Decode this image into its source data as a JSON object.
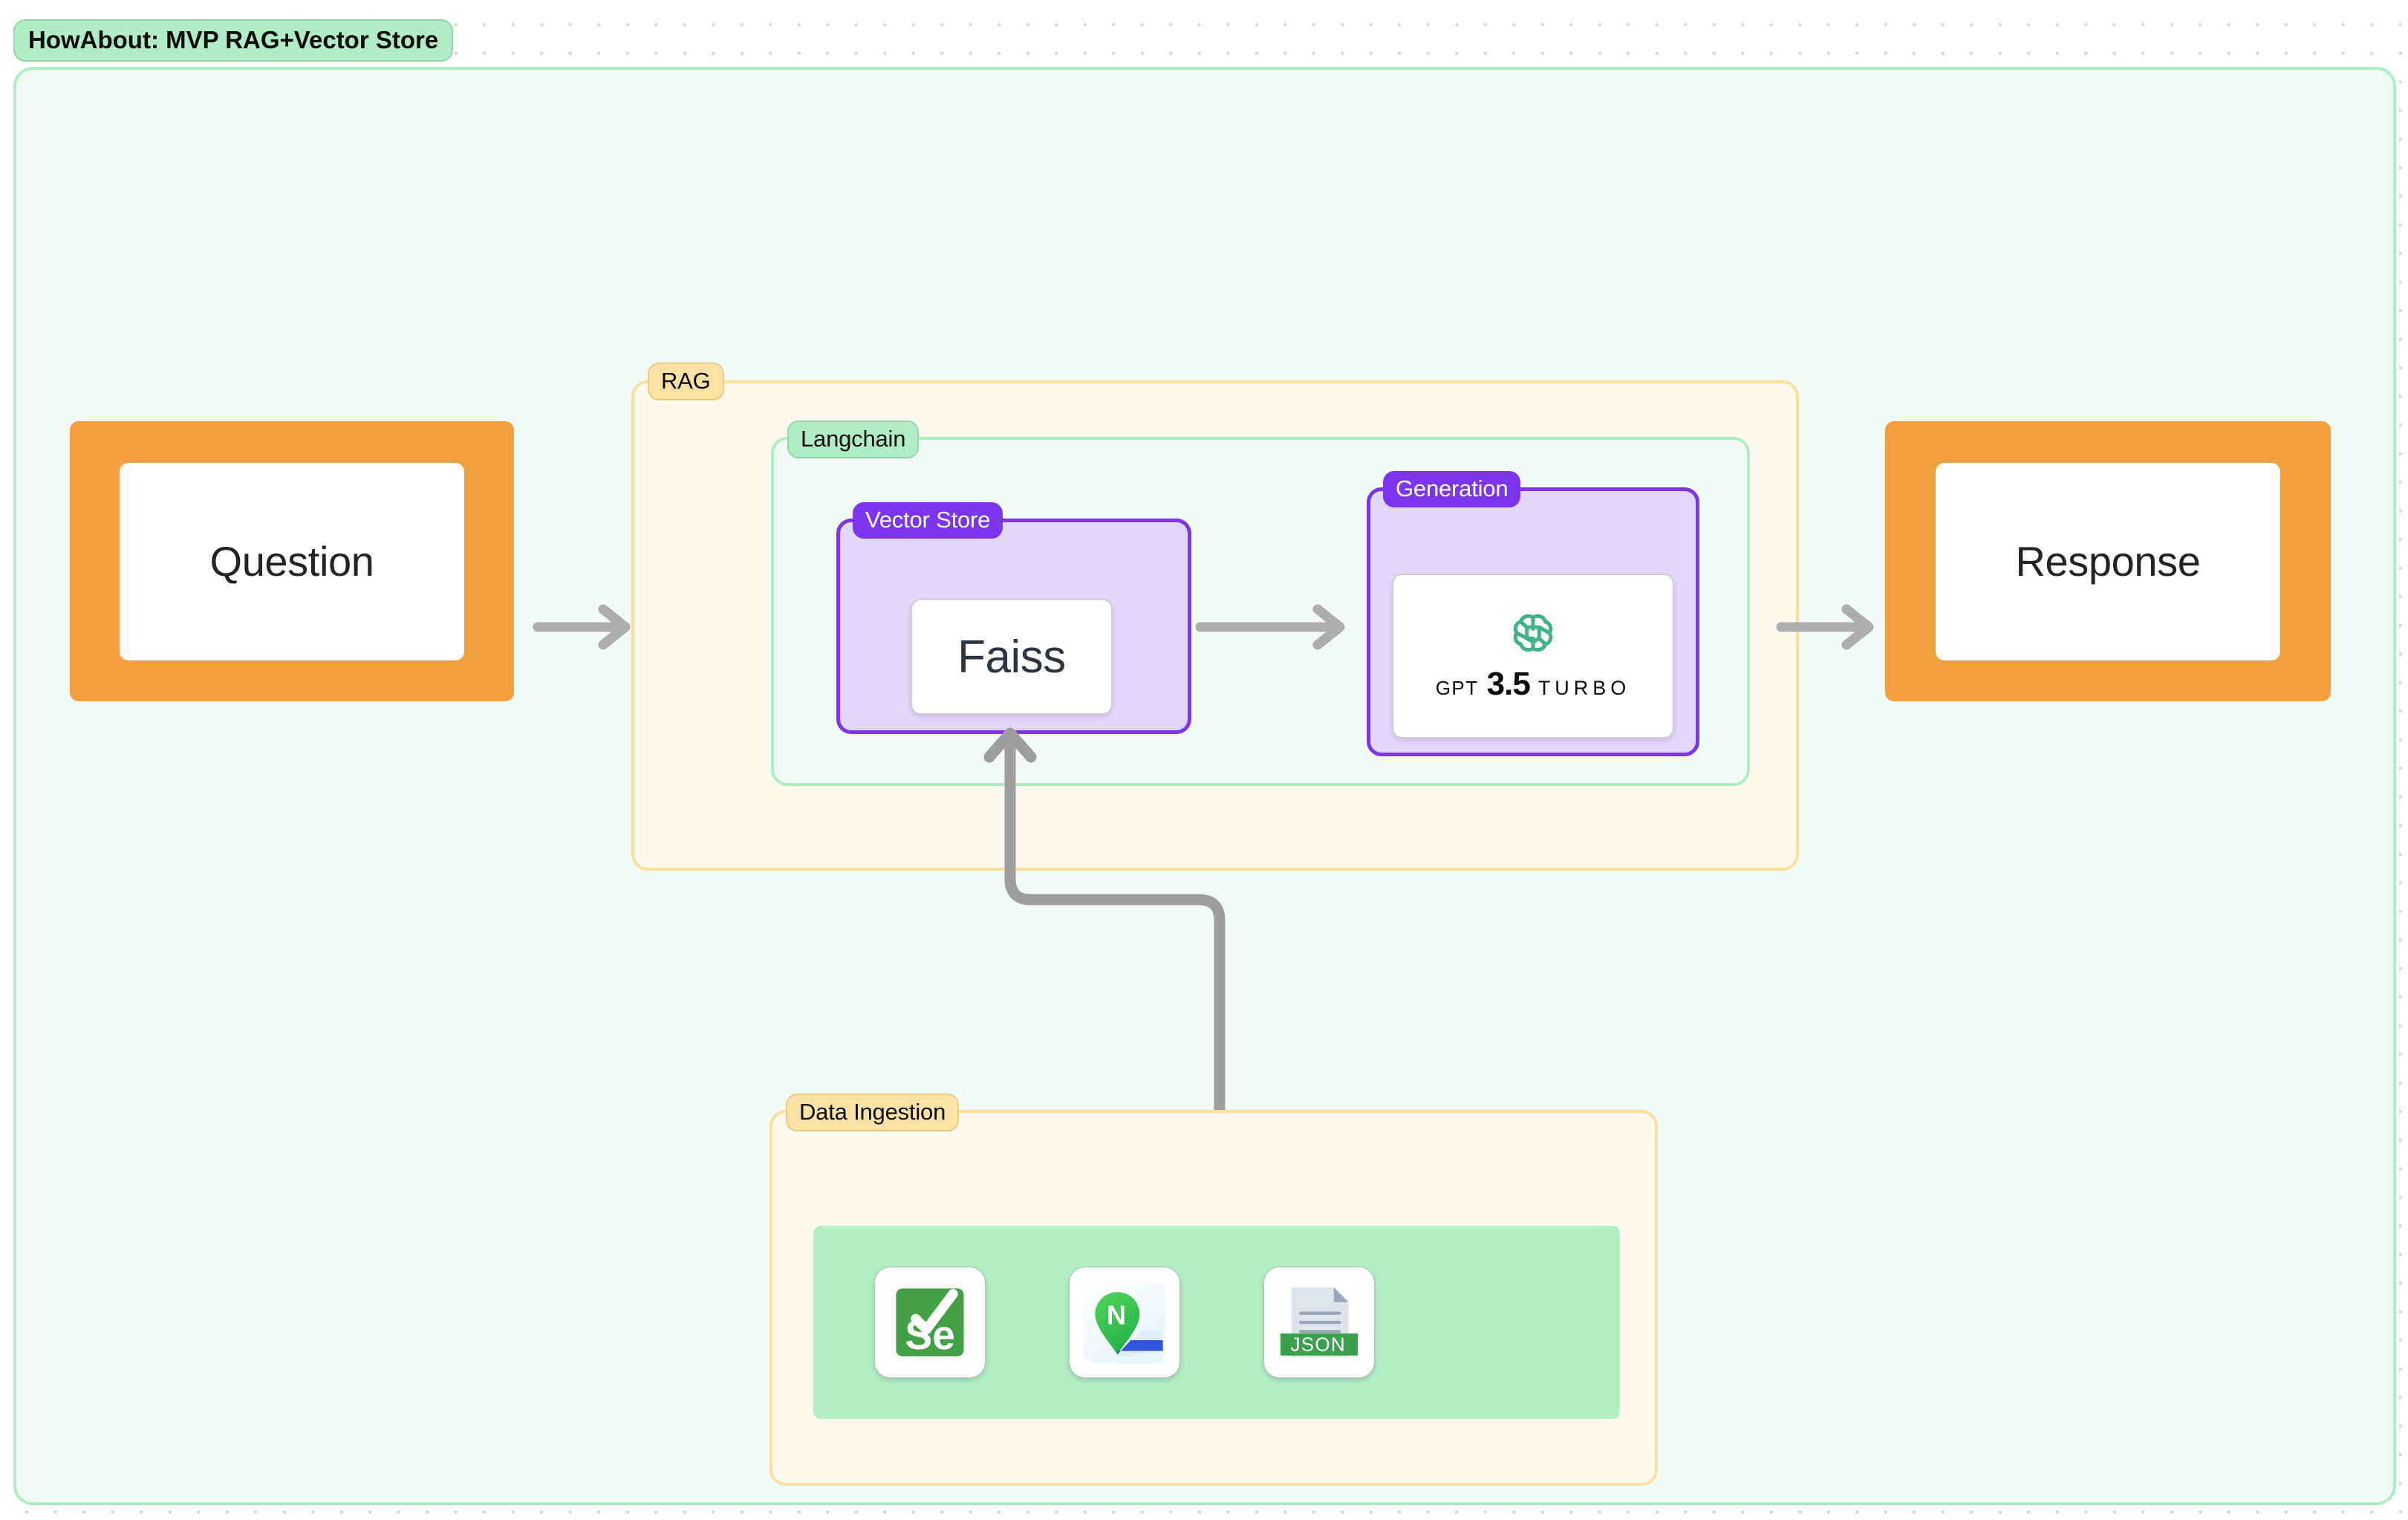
{
  "diagram": {
    "title": "HowAbout: MVP RAG+Vector Store",
    "type": "architecture-flow",
    "groups": [
      {
        "id": "rag",
        "label": "RAG",
        "fill": "#fffaf0",
        "border": "#fbdf9d",
        "label_fill": "#fbe2a4"
      },
      {
        "id": "langchain",
        "label": "Langchain",
        "fill": "#f1faf4",
        "border": "#aeeec2",
        "label_fill": "#b0edc4"
      },
      {
        "id": "vector_store",
        "label": "Vector Store",
        "fill": "#e2d6fb",
        "border": "#7c35ed",
        "label_fill": "#7c35ed"
      },
      {
        "id": "generation",
        "label": "Generation",
        "fill": "#e2d6fb",
        "border": "#7c35ed",
        "label_fill": "#7c35ed"
      },
      {
        "id": "data_ingestion",
        "label": "Data Ingestion",
        "fill": "#fffaf0",
        "border": "#fbdf9d",
        "label_fill": "#fbe2a4"
      }
    ],
    "nodes": {
      "question": {
        "label": "Question",
        "frame_color": "#f2a03f"
      },
      "response": {
        "label": "Response",
        "frame_color": "#f2a03f"
      },
      "faiss": {
        "label": "Faiss"
      },
      "gpt": {
        "prefix": "GPT",
        "version": "3.5",
        "suffix": "TURBO",
        "logo": "openai-logo",
        "logo_color": "#41b08d"
      }
    },
    "ingestion_sources": [
      {
        "name": "selenium",
        "icon": "selenium-icon",
        "label": "Se",
        "color": "#43a047"
      },
      {
        "name": "naver-map",
        "icon": "naver-map-icon",
        "label": "N",
        "color": "#3ec23e"
      },
      {
        "name": "json-file",
        "icon": "json-file-icon",
        "label": "JSON",
        "color": "#3c9f4d"
      }
    ],
    "edges": [
      {
        "from": "question",
        "to": "vector_store",
        "style": "arrow",
        "color": "#adadad"
      },
      {
        "from": "vector_store",
        "to": "generation",
        "style": "arrow",
        "color": "#adadad"
      },
      {
        "from": "generation",
        "to": "response",
        "style": "arrow",
        "color": "#adadad"
      },
      {
        "from": "data_ingestion",
        "to": "faiss",
        "style": "elbow-arrow",
        "color": "#9e9e9e"
      }
    ],
    "canvas": {
      "background": "#ffffff",
      "dot_grid": true,
      "dot_color": "#d9d9d9"
    }
  }
}
